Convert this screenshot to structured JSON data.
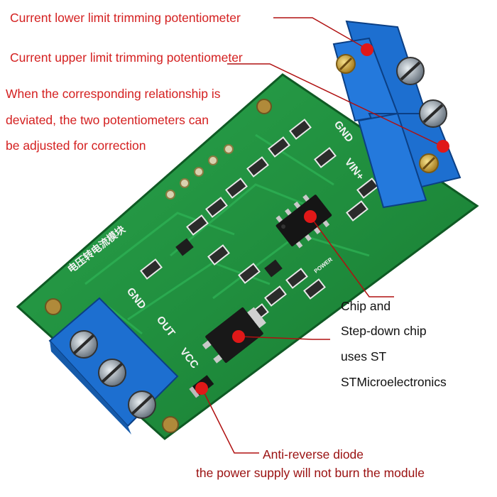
{
  "annotations": {
    "lower_pot": "Current lower limit trimming potentiometer",
    "upper_pot": "Current upper limit trimming potentiometer",
    "deviation_line1": "When the corresponding relationship is",
    "deviation_line2": "deviated, the two potentiometers can",
    "deviation_line3": "be adjusted for correction",
    "chip_line1": "Chip and",
    "chip_line2": "Step-down chip",
    "chip_line3": "uses ST",
    "chip_line4": "STMicroelectronics",
    "diode_line1": "Anti-reverse diode",
    "diode_line2": "the power supply will not burn the module"
  },
  "silkscreen": {
    "gnd_right": "GND",
    "vin_plus": "VIN+",
    "gnd_left": "GND",
    "out": "OUT",
    "vcc": "VCC",
    "module_title": "电压转电流模块",
    "power_label": "POWER"
  },
  "colors": {
    "annotation_red": "#d42020",
    "pcb_green": "#1f8f3c",
    "terminal_blue": "#1d6fd0",
    "leader_line": "#b01010"
  }
}
